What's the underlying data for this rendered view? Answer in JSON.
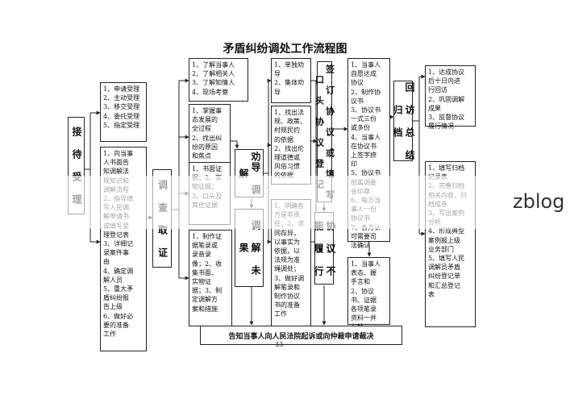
{
  "title": "矛盾纠纷调处工作流程图",
  "page_number": "33",
  "watermark": "zblog",
  "nodes": {
    "reception": "接\n待\n受\n理",
    "accept_steps": "1、申请受理\n2、主动受理\n3、移交受理\n4、委托受理\n5、指定受理",
    "intake_tasks": "1、向当事\n人书面告\n知调解法\n规知识和\n调解流程\n2、指导填\n写人民调\n解申请书\n或填写受\n理登记表\n3、详细记\n录案件事\n由\n4、确定调\n解人员\n5、重大矛\n盾纠纷报\n告上级\n6、做好必\n要的准备\n工作",
    "investigate": "调\n查\n取\n证",
    "understand": "1、了解当事人\n2、了解相关人\n3、了解知情人\n4、现场考察",
    "grasp": "1、掌握事\n态发展的\n全过程\n2、找出纠\n纷的原因\n和焦点",
    "evidence": "1、书面证\n据；2、实\n物证据；\n3、口头及\n其他证据",
    "record_investigation": "1、制作证\n据笔录或\n录音录\n像；2、收\n集书面、\n实物证\n据；3、制\n定调解方\n案和措施",
    "persuade": "劝导\n调解",
    "method": "1、单独劝\n导\n2、集体劝\n导",
    "find_basis": "1、找出法\n规、政策、\n村规民约\n的依据\n2、找出伦\n理道德或\n风俗习惯\n的依据",
    "mediation_unfinished": "调\n解\n未\n果",
    "explain_rights": "1、明确各\n方是非责\n任；2、求\n同存异，\n以事实为\n依据，以\n法规为准\n绳调处；\n3、做好调\n解笔录和\n制作协议\n书的准备\n工作",
    "sign_agreement": "签\n订\n协\n议\n或\n填\n写\n口\n头\n协\n议\n登\n记",
    "agreement_not_fulfilled": "协\n议\n不\n能\n履\n行",
    "agreement_steps": "1、当事人\n自愿达成\n协议\n2、制作协\n议书\n3、协议书\n一式三份\n或多份\n4、当事人\n在协议书\n上签字捺\n印\n5、协议书\n加盖调委\n会印章\n6、每方当\n事人一份\n协议书\n7、各方认\n可需要司\n法确认",
    "inform_parties": "1、当事人\n表态、握\n手言和\n2、协议\n书、证据\n各项笔录\n资料一并\n存档",
    "follow_up": "回\n访\n总\n结\n归\n档",
    "revisit_tasks": "1、达成协议\n后十日内进\n行回访\n2、巩固调解\n成果\n3、监督协议\n履行情况",
    "archive_tasks": "1、填写归档\n记录表\n2、完善归档\n相关内容，归\n档成卷\n3、写出案例\n分析\n4、形成典型\n案例报上级\n业务部门\n5、填写人民\n调解员矛盾\n纠纷登记单\n和汇总登记\n表",
    "final": "告知当事人向人民法院起诉或向仲裁申请裁决"
  }
}
